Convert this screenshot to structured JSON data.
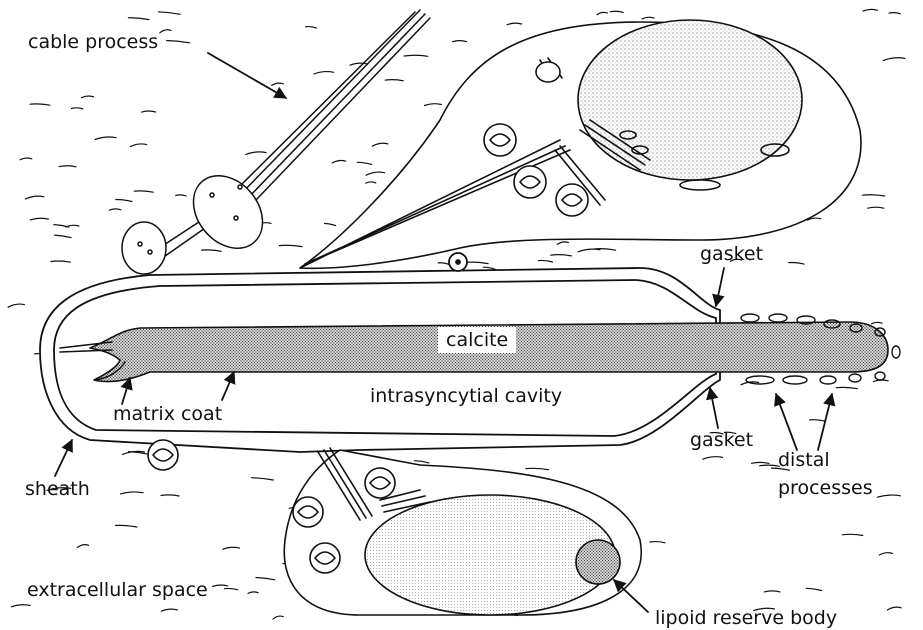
{
  "diagram": {
    "labels": {
      "cable_process": "cable process",
      "gasket_top": "gasket",
      "calcite": "calcite",
      "intrasyncytial_cavity": "intrasyncytial cavity",
      "matrix_coat": "matrix coat",
      "gasket_bottom": "gasket",
      "distal_processes_line1": "distal",
      "distal_processes_line2": "processes",
      "sheath": "sheath",
      "extracellular_space": "extracellular space",
      "lipoid_reserve_body": "lipoid reserve body"
    },
    "colors": {
      "ink": "#111111",
      "background": "#ffffff",
      "stipple": "#9a9a9a"
    }
  }
}
